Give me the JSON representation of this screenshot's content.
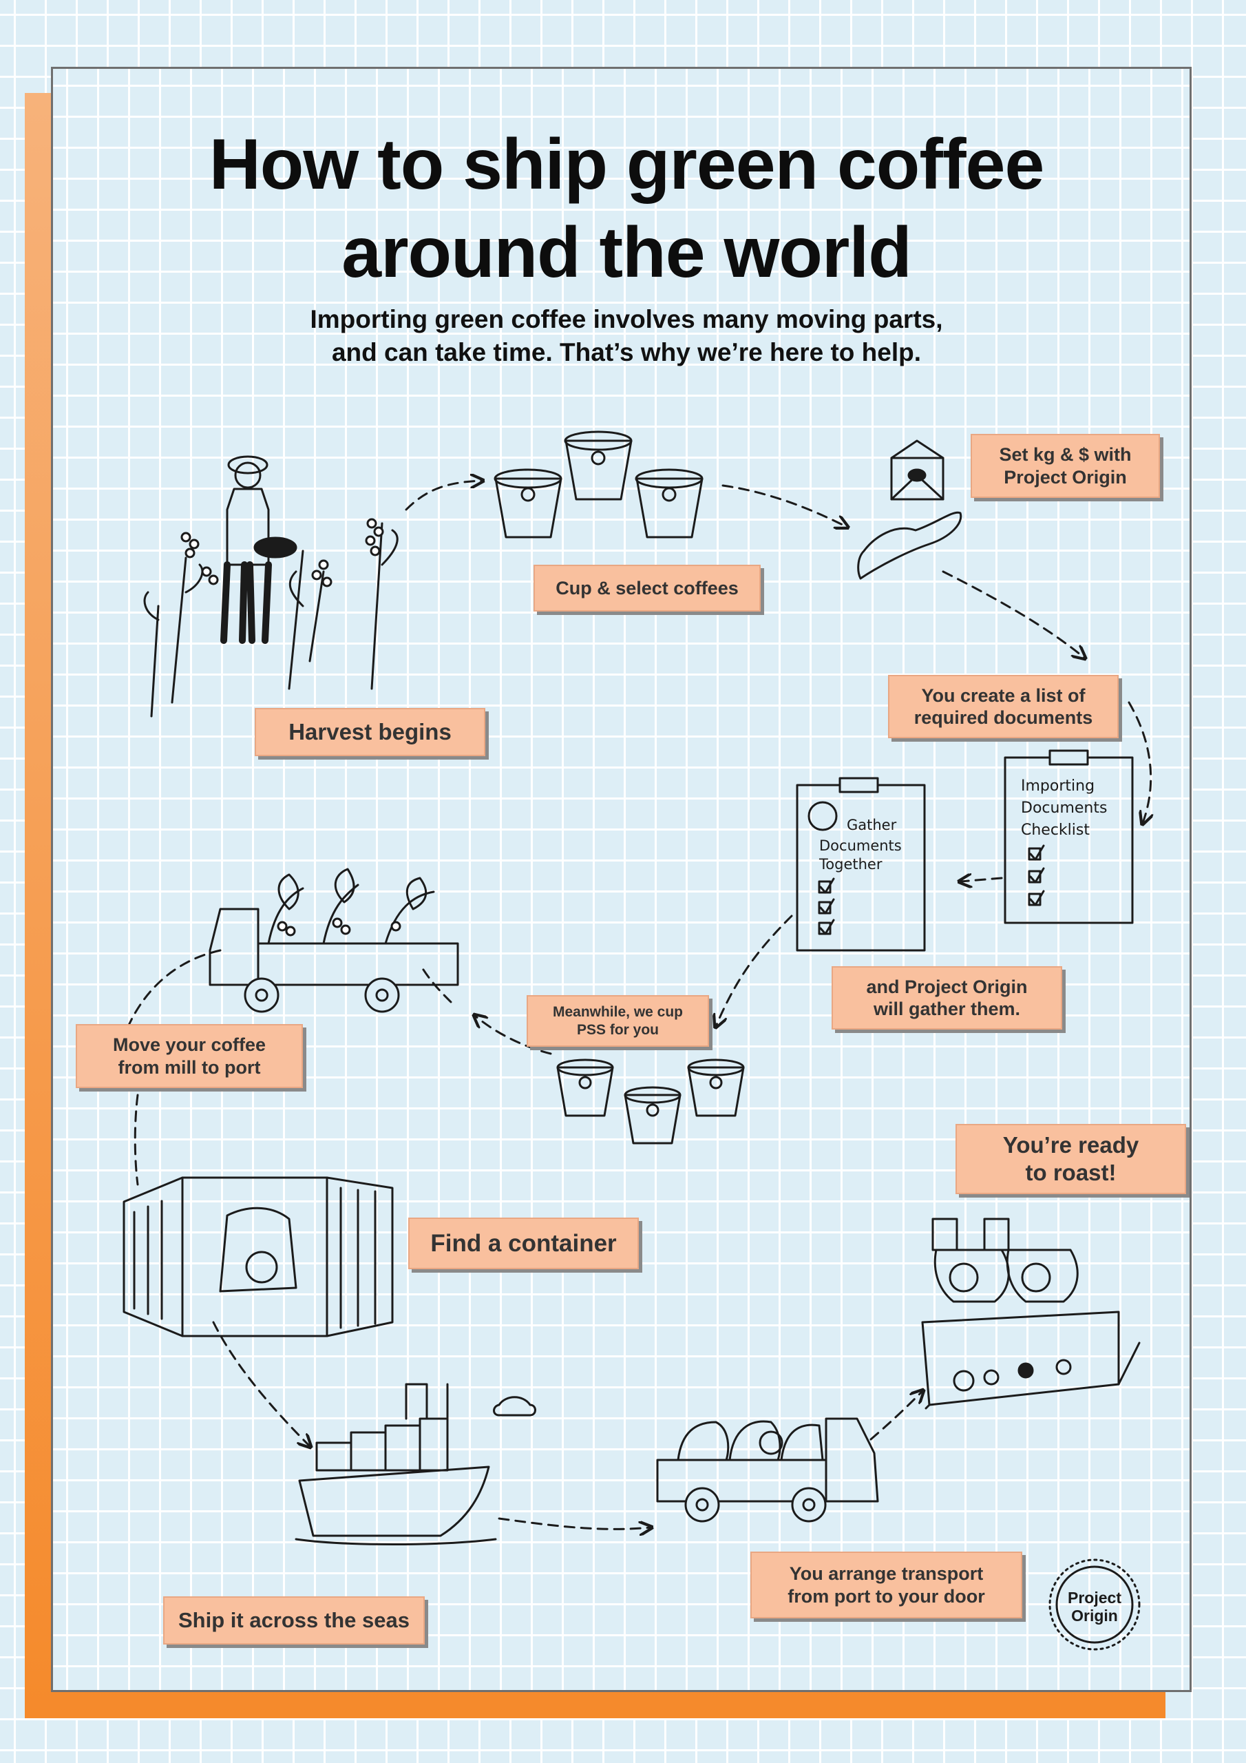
{
  "title": {
    "line1": "How to ship green coffee",
    "line2": "around the world"
  },
  "subtitle": {
    "line1": "Importing green coffee involves many moving parts,",
    "line2": "and can take time. That’s why we’re here to help."
  },
  "steps": {
    "harvest": "Harvest begins",
    "cup_select": "Cup & select coffees",
    "set_kg": {
      "line1": "Set kg & $ with",
      "line2": "Project Origin"
    },
    "create_list": {
      "line1": "You create a list of",
      "line2": "required documents"
    },
    "gather": {
      "line1": "and Project Origin",
      "line2": "will gather them."
    },
    "pss": {
      "line1": "Meanwhile, we cup",
      "line2": "PSS for you"
    },
    "move": {
      "line1": "Move your coffee",
      "line2": "from mill to port"
    },
    "container": "Find a container",
    "ship": "Ship it across the seas",
    "transport": {
      "line1": "You arrange transport",
      "line2": "from port to your door"
    },
    "ready": {
      "line1": "You’re ready",
      "line2": "to roast!"
    }
  },
  "clipboards": {
    "checklist": {
      "line1": "Importing",
      "line2": "Documents",
      "line3": "Checklist"
    },
    "gather": {
      "line1": "Gather",
      "line2": "Documents",
      "line3": "Together"
    }
  },
  "logo": {
    "line1": "Project",
    "line2": "Origin"
  },
  "colors": {
    "accent": "#f58a2b",
    "label_fill": "#f9c09e",
    "background": "#ddeef6",
    "ink": "#111111"
  },
  "icons": [
    "farmer-illustration",
    "coffee-cup-icon",
    "envelope-hand-icon",
    "clipboard-icon",
    "truck-icon",
    "shipping-container-icon",
    "cargo-ship-icon",
    "roaster-icon",
    "logo-seal"
  ]
}
